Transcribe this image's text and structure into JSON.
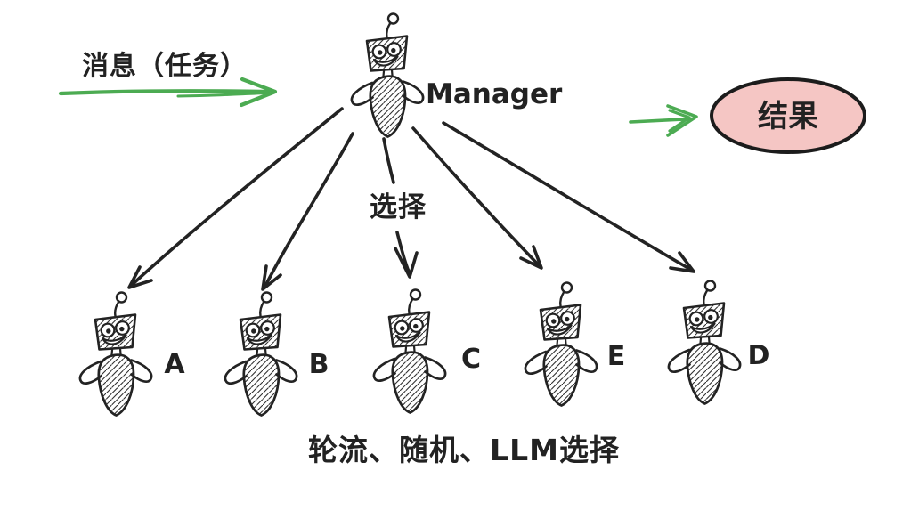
{
  "diagram": {
    "input_label": "消息（任务）",
    "manager_label": "Manager",
    "select_label": "选择",
    "result_label": "结果",
    "strategy_label": "轮流、随机、LLM选择",
    "workers": [
      {
        "label": "A"
      },
      {
        "label": "B"
      },
      {
        "label": "C"
      },
      {
        "label": "E"
      },
      {
        "label": "D"
      }
    ],
    "colors": {
      "ink": "#222222",
      "arrow_green": "#4cab52",
      "result_fill": "#f5c6c4",
      "background": "#ffffff"
    },
    "icons": {
      "manager": "robot-icon",
      "workers": "robot-icon",
      "result_shape": "ellipse"
    }
  }
}
